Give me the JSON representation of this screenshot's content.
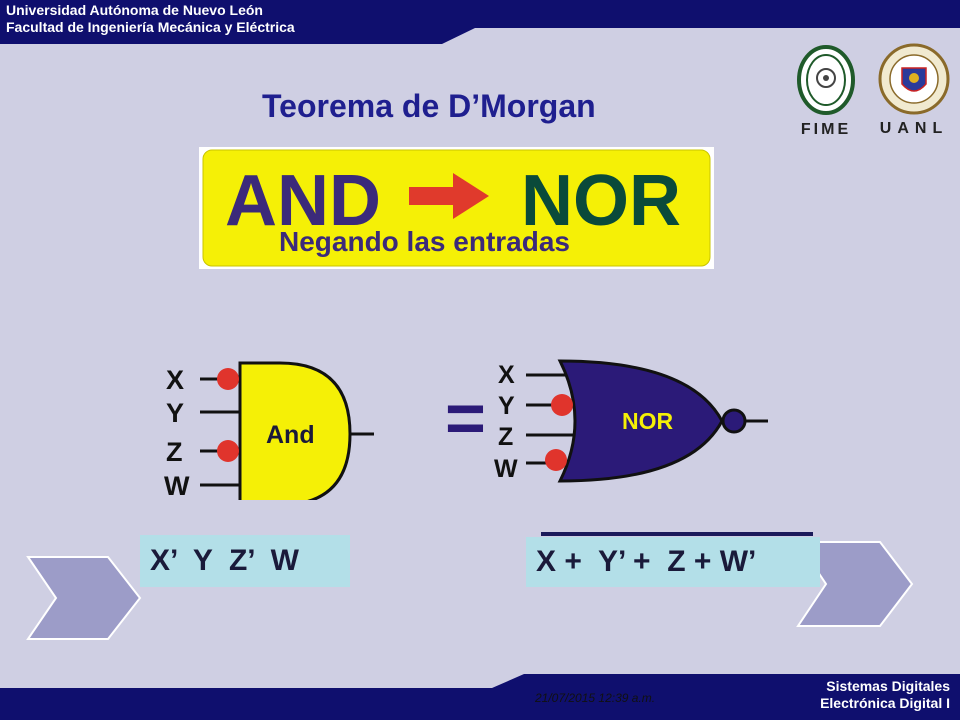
{
  "header": {
    "line1": "Universidad Autónoma de Nuevo León",
    "line2": "Facultad de Ingeniería Mecánica y Eléctrica"
  },
  "title": "Teorema de D’Morgan",
  "logos": {
    "left_caption": "FIME",
    "right_caption": "UANL"
  },
  "banner": {
    "word_left": "AND",
    "word_right": "NOR",
    "subtitle": "Negando las entradas",
    "colors": {
      "background": "#f5f006",
      "and": "#3b2a7a",
      "nor": "#0a4a3a",
      "arrow": "#e03a2c"
    }
  },
  "diagram": {
    "and_gate": {
      "label": "And",
      "inputs": [
        "X",
        "Y",
        "Z",
        "W"
      ],
      "fill": "#f5f006"
    },
    "equals": "=",
    "nor_gate": {
      "label": "NOR",
      "inputs": [
        "X",
        "Y",
        "Z",
        "W"
      ],
      "fill": "#2b1a78"
    },
    "bubble_color": "#e0342c"
  },
  "expressions": {
    "left": "X’  Y  Z’  W",
    "right": "X +  Y’ +  Z + W’"
  },
  "footer": {
    "datetime": "21/07/2015 12:39 a.m.",
    "line1": "Sistemas Digitales",
    "line2": "Electrónica Digital I"
  },
  "colors": {
    "bar": "#0f0f6e",
    "slide_bg": "#cfcfe3",
    "chevron": "#9c9cc8"
  }
}
